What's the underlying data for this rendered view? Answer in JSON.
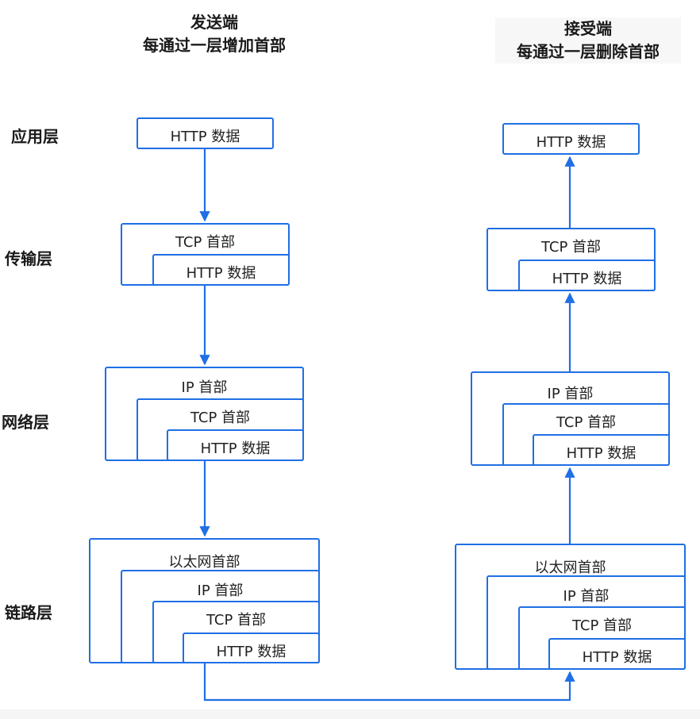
{
  "headers": {
    "sender": {
      "line1": "发送端",
      "line2": "每通过一层增加首部"
    },
    "receiver": {
      "line1": "接受端",
      "line2": "每通过一层删除首部"
    }
  },
  "layers": {
    "application": "应用层",
    "transport": "传输层",
    "network": "网络层",
    "link": "链路层"
  },
  "labels": {
    "http_data": "HTTP 数据",
    "tcp_header": "TCP 首部",
    "ip_header": "IP 首部",
    "ethernet_header": "以太网首部"
  },
  "colors": {
    "accent": "#1f6fe5"
  }
}
